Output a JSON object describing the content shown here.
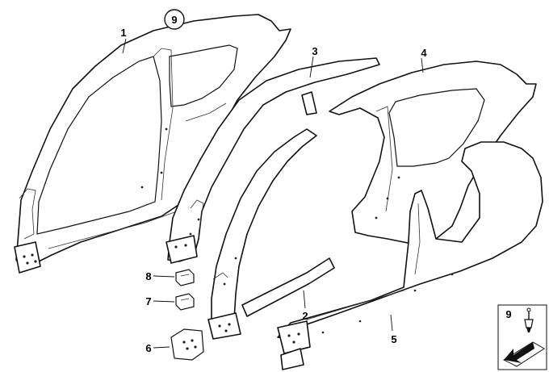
{
  "callouts": {
    "c1": "1",
    "c2": "2",
    "c3": "3",
    "c4": "4",
    "c5": "5",
    "c6": "6",
    "c7": "7",
    "c8": "8",
    "c9": "9",
    "legend9": "9"
  },
  "colors": {
    "line": "#111111",
    "background": "#ffffff"
  }
}
